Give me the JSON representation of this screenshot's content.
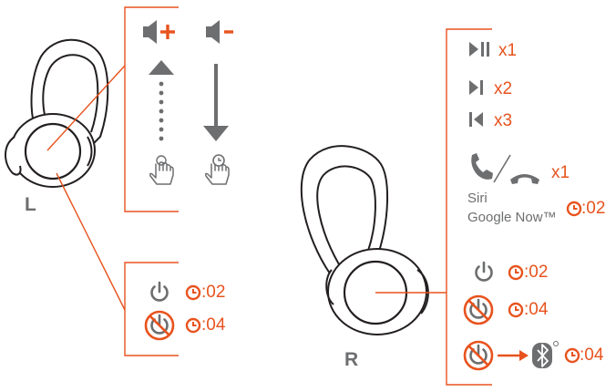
{
  "left": {
    "side_label": "L",
    "volume_up_icon": "speaker-plus-icon",
    "volume_down_icon": "speaker-minus-icon",
    "power_on_duration": ":02",
    "power_off_duration": ":04"
  },
  "right": {
    "side_label": "R",
    "play_pause_count": "x1",
    "next_track_count": "x2",
    "previous_track_count": "x3",
    "answer_end_call_count": "x1",
    "voice_assistant_line1": "Siri",
    "voice_assistant_line2": "Google Now™",
    "voice_assistant_duration": ":02",
    "power_on_duration": ":02",
    "power_off_duration": ":04",
    "pairing_duration": ":04"
  },
  "colors": {
    "accent": "#e8531e",
    "icon_gray": "#6d6e70",
    "outline": "#231f20"
  }
}
